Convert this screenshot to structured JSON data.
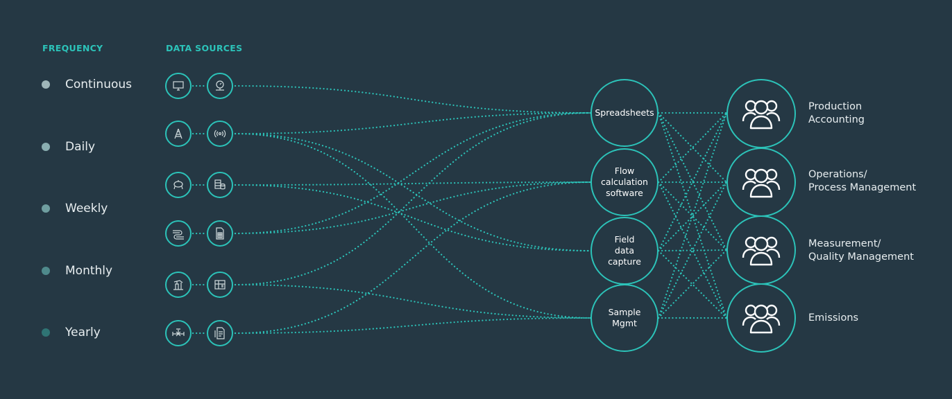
{
  "headers": {
    "frequency": "FREQUENCY",
    "data_sources": "DATA SOURCES"
  },
  "frequencies": [
    {
      "label": "Continuous",
      "dot_color": "#9fb6b9"
    },
    {
      "label": "Daily",
      "dot_color": "#8aaeb1"
    },
    {
      "label": "Weekly",
      "dot_color": "#6f9ea0"
    },
    {
      "label": "Monthly",
      "dot_color": "#4f8a8c"
    },
    {
      "label": "Yearly",
      "dot_color": "#2f7474"
    }
  ],
  "data_sources": [
    {
      "icons": [
        "monitor-icon",
        "pressure-gauge-icon"
      ]
    },
    {
      "icons": [
        "transmission-tower-icon",
        "wireless-signal-icon"
      ]
    },
    {
      "icons": [
        "storage-tank-icon",
        "database-server-icon"
      ]
    },
    {
      "icons": [
        "pipeline-icon",
        "calculator-document-icon"
      ]
    },
    {
      "icons": [
        "oil-pump-icon",
        "control-panel-icon"
      ]
    },
    {
      "icons": [
        "valve-icon",
        "report-document-icon"
      ]
    }
  ],
  "systems": [
    {
      "label": "Spreadsheets"
    },
    {
      "label": "Flow\ncalculation\nsoftware"
    },
    {
      "label": "Field\ndata\ncapture"
    },
    {
      "label": "Sample\nMgmt"
    }
  ],
  "audiences": [
    {
      "label": "Production\nAccounting",
      "icon": "user-group-icon"
    },
    {
      "label": "Operations/\nProcess Management",
      "icon": "user-group-icon"
    },
    {
      "label": "Measurement/\nQuality Management",
      "icon": "user-group-icon"
    },
    {
      "label": "Emissions",
      "icon": "user-group-icon"
    }
  ],
  "colors": {
    "background": "#253844",
    "accent": "#2cc3b9",
    "text": "#e8eef0"
  }
}
